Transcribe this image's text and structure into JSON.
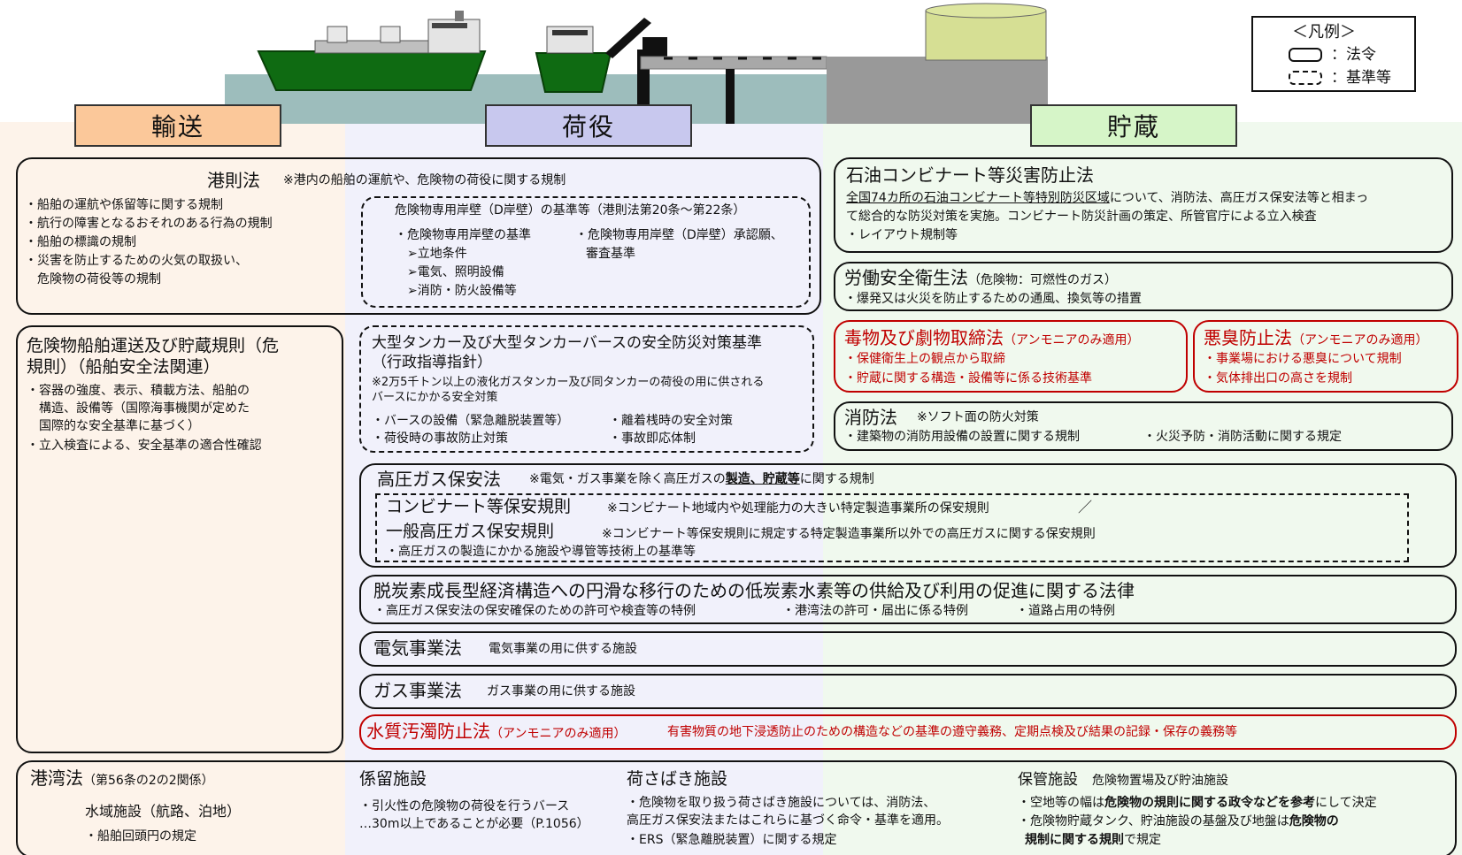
{
  "legend": {
    "title": "＜凡例＞",
    "law": "：法令",
    "standard": "：基準等"
  },
  "categories": {
    "transport": "輸送",
    "handling": "荷役",
    "storage": "貯蔵"
  },
  "port_regulations": {
    "title": "港則法",
    "note": "※港内の船舶の運航や、危険物の荷役に関する規制",
    "items": [
      "・船舶の運航や係留等に関する規制",
      "・航行の障害となるおそれのある行為の規制",
      "・船舶の標識の規制",
      "・災害を防止するための火気の取扱い、",
      "　危険物の荷役等の規制"
    ],
    "d_wharf": {
      "title": "危険物専用岸壁（D岸壁）の基準等（港則法第20条～第22条）",
      "left_items": [
        "・危険物専用岸壁の基準",
        "➢立地条件",
        "➢電気、照明設備",
        "➢消防・防火設備等"
      ],
      "right_items": [
        "・危険物専用岸壁（D岸壁）承認願、",
        "審査基準"
      ]
    }
  },
  "dangerous_goods_rules": {
    "title_line1": "危険物船舶運送及び貯蔵規則（危",
    "title_line2": "規則）（船舶安全法関連）",
    "items": [
      "・容器の強度、表示、積載方法、船舶の",
      "　構造、設備等（国際海事機関が定めた",
      "　国際的な安全基準に基づく）",
      "・立入検査による、安全基準の適合性確認"
    ]
  },
  "tanker_standards": {
    "title_line1": "大型タンカー及び大型タンカーバースの安全防災対策基準",
    "title_line2": "（行政指導指針）",
    "note_line1": "※2万5千トン以上の液化ガスタンカー及び同タンカーの荷役の用に供される",
    "note_line2": "バースにかかる安全対策",
    "items": [
      "・バースの設備（緊急離脱装置等）",
      "・離着桟時の安全対策",
      "・荷役時の事故防止対策",
      "・事故即応体制"
    ]
  },
  "petrochemical_law": {
    "title": "石油コンビナート等災害防止法",
    "line1_underlined": "全国74カ所の石油コンビナート等特別防災区域",
    "line1_rest": "について、消防法、高圧ガス保安法等と相まっ",
    "line2": "て総合的な防災対策を実施。コンビナート防災計画の策定、所管官庁による立入検査",
    "line3": "・レイアウト規制等"
  },
  "industrial_safety": {
    "title": "労働安全衛生法",
    "sub": "（危険物：可燃性のガス）",
    "item": "・爆発又は火災を防止するための通風、換気等の措置"
  },
  "poison_law": {
    "title": "毒物及び劇物取締法",
    "sub": "（アンモニアのみ適用）",
    "items": [
      "・保健衛生上の観点から取締",
      "・貯蔵に関する構造・設備等に係る技術基準"
    ]
  },
  "odor_law": {
    "title": "悪臭防止法",
    "sub": "（アンモニアのみ適用）",
    "items": [
      "・事業場における悪臭について規制",
      "・気体排出口の高さを規制"
    ]
  },
  "fire_law": {
    "title": "消防法",
    "note": "※ソフト面の防火対策",
    "item1": "・建築物の消防用設備の設置に関する規制",
    "item2": "・火災予防・消防活動に関する規定"
  },
  "high_pressure_gas": {
    "title": "高圧ガス保安法",
    "note_pre": "※電気・ガス事業を除く高圧ガスの",
    "note_bold": "製造、貯蔵等",
    "note_post": "に関する規制",
    "kombinat_title": "コンビナート等保安規則",
    "kombinat_note": "※コンビナート地域内や処理能力の大きい特定製造事業所の保安規則",
    "slash": "／",
    "general_title": "一般高圧ガス保安規則",
    "general_note": "※コンビナート等保安規則に規定する特定製造事業所以外での高圧ガスに関する保安規則",
    "item": "・高圧ガスの製造にかかる施設や導管等技術上の基準等"
  },
  "decarbonization_law": {
    "title": "脱炭素成長型経済構造への円滑な移行のための低炭素水素等の供給及び利用の促進に関する法律",
    "item1": "・高圧ガス保安法の保安確保のための許可や検査等の特例",
    "item2": "・港湾法の許可・届出に係る特例",
    "item3": "・道路占用の特例"
  },
  "electricity_law": {
    "title": "電気事業法",
    "note": "電気事業の用に供する施設"
  },
  "gas_law": {
    "title": "ガス事業法",
    "note": "ガス事業の用に供する施設"
  },
  "water_law": {
    "title": "水質汚濁防止法",
    "sub": "（アンモニアのみ適用）",
    "note": "有害物質の地下浸透防止のための構造などの基準の遵守義務、定期点検及び結果の記録・保存の義務等"
  },
  "port_harbor_law": {
    "title": "港湾法",
    "sub": "（第56条の2の2関係）",
    "water_facility": "水域施設（航路、泊地）",
    "water_item": "・船舶回頭円の規定",
    "mooring_title": "係留施設",
    "mooring_item1": "・引火性の危険物の荷役を行うバース",
    "mooring_item2": "…30m以上であることが必要（P.1056）",
    "cargo_title": "荷さばき施設",
    "cargo_item1": "・危険物を取り扱う荷さばき施設については、消防法、",
    "cargo_item2": "高圧ガス保安法またはこれらに基づく命令・基準を適用。",
    "cargo_item3": "・ERS（緊急離脱装置）に関する規定",
    "storage_title": "保管施設",
    "storage_sub": "危険物置場及び貯油施設",
    "storage_item1_pre": "・空地等の幅は",
    "storage_item1_bold": "危険物の規則に関する政令などを参考",
    "storage_item1_post": "にして決定",
    "storage_item2_pre": "・危険物貯蔵タンク、貯油施設の基盤及び地盤は",
    "storage_item2_bold": "危険物の",
    "storage_item3_bold": "規制に関する規則",
    "storage_item3_post": "で規定"
  }
}
